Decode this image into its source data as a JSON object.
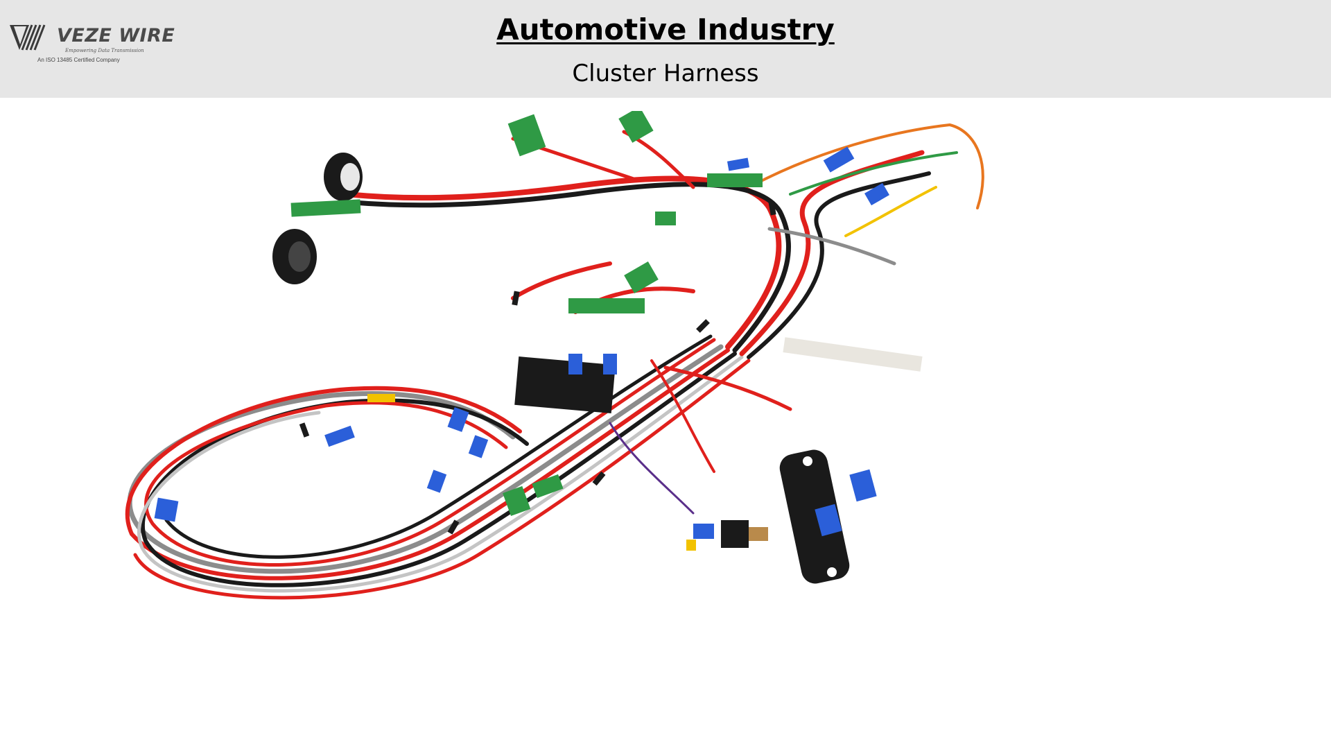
{
  "logo": {
    "name": "VEZE WIRE",
    "tagline": "Empowering Data Transmission",
    "certification": "An ISO 13485 Certified Company"
  },
  "slide": {
    "title": "Automotive Industry",
    "subtitle": "Cluster Harness"
  },
  "image": {
    "subject": "wire-harness-photo",
    "colors": {
      "red": "#e0201c",
      "black": "#1a1a1a",
      "gray": "#8c8c8c",
      "green": "#2f9a45",
      "blue": "#2b5fd9",
      "yellow": "#f2c200"
    }
  }
}
